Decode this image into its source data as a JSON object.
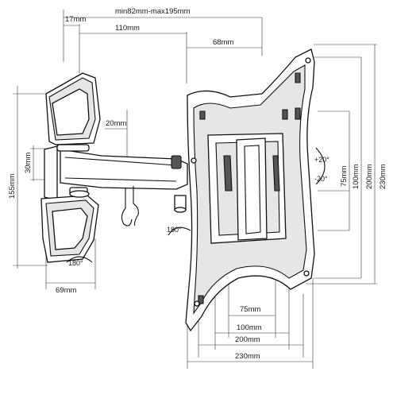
{
  "dimensions": {
    "top_range": "min82mm-max195mm",
    "top_17": "17mm",
    "top_110": "110mm",
    "top_68": "68mm",
    "arm_20": "20mm",
    "left_30": "30mm",
    "left_155": "155mm",
    "bottom_69": "69mm",
    "rot_left": "180°",
    "rot_mid": "180°",
    "tilt_up": "+20°",
    "tilt_down": "-20°",
    "right_75": "75mm",
    "right_100": "100mm",
    "right_200": "200mm",
    "right_230": "230mm",
    "bot_75": "75mm",
    "bot_100": "100mm",
    "bot_200": "200mm",
    "bot_230": "230mm"
  }
}
